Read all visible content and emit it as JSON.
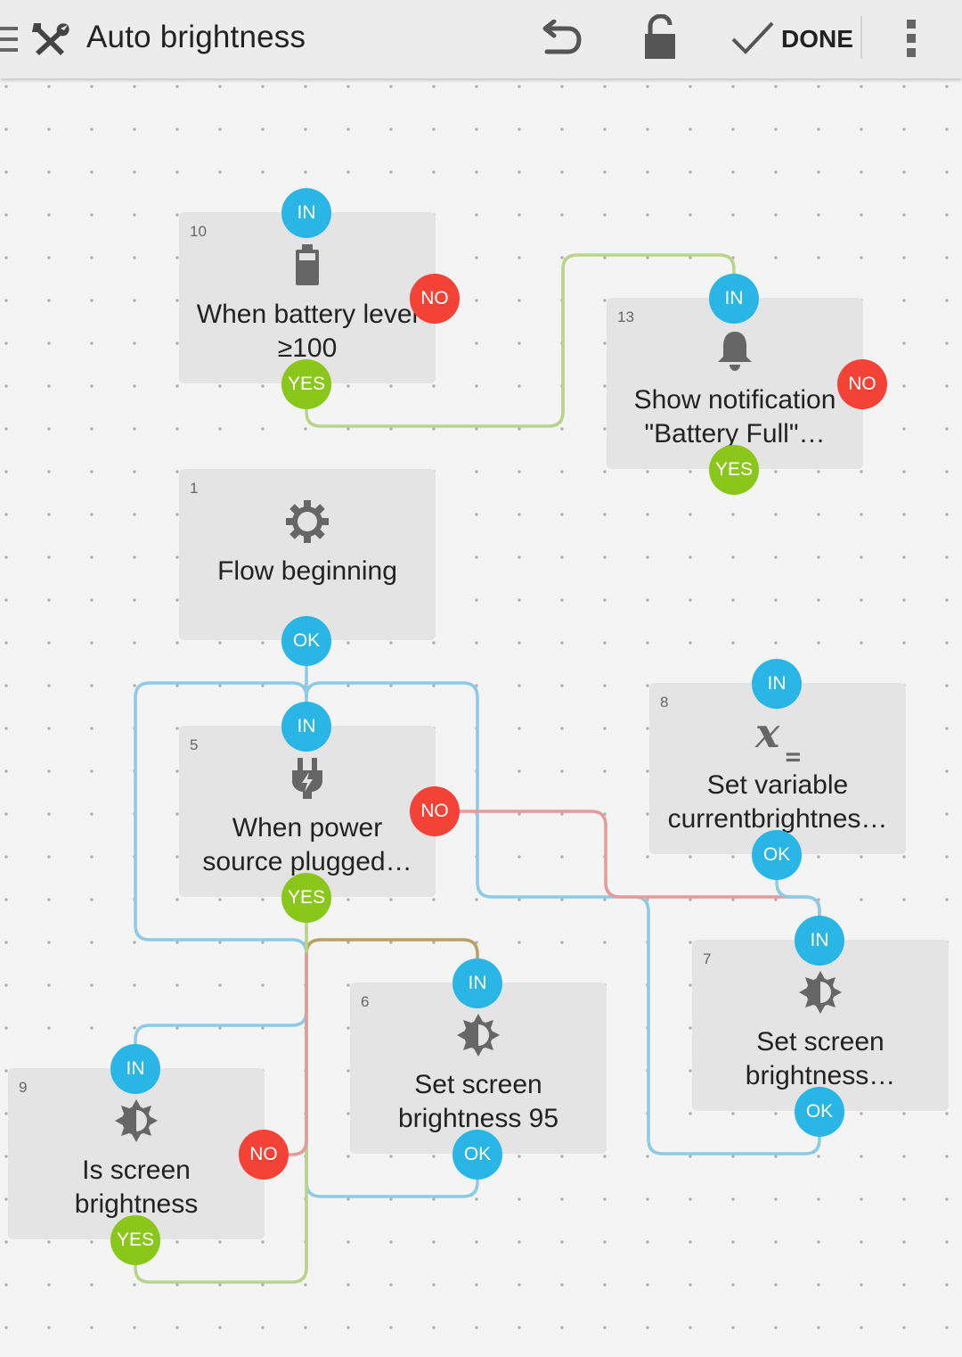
{
  "toolbar": {
    "title": "Auto brightness",
    "done_label": "DONE",
    "icons": [
      "menu-icon",
      "tools-icon",
      "undo-icon",
      "lock-icon",
      "check-icon",
      "more-vert-icon"
    ]
  },
  "blocks": [
    {
      "id": "10",
      "icon": "battery-icon",
      "line1": "When battery level",
      "line2": "≥100"
    },
    {
      "id": "13",
      "icon": "bell-icon",
      "line1": "Show notification",
      "line2": "\"Battery Full\"…"
    },
    {
      "id": "1",
      "icon": "gear-icon",
      "line1": "Flow beginning",
      "line2": ""
    },
    {
      "id": "5",
      "icon": "power-plug-icon",
      "line1": "When power",
      "line2": "source plugged…"
    },
    {
      "id": "8",
      "icon": "variable-icon",
      "line1": "Set variable",
      "line2": "currentbrightnes…"
    },
    {
      "id": "7",
      "icon": "brightness-icon",
      "line1": "Set screen",
      "line2": "brightness…"
    },
    {
      "id": "6",
      "icon": "brightness-icon",
      "line1": "Set screen",
      "line2": "brightness 95"
    },
    {
      "id": "9",
      "icon": "brightness-icon",
      "line1": "Is screen",
      "line2": "brightness"
    }
  ],
  "ports": {
    "in": "IN",
    "ok": "OK",
    "no": "NO",
    "yes": "YES"
  },
  "colors": {
    "port_in_ok": "#29b6e6",
    "port_no": "#f44336",
    "port_yes": "#8bc61a",
    "wire_blue": "#8ccbe3",
    "wire_green": "#b7d48a",
    "wire_red": "#e39a9a",
    "wire_brown": "#b8a062"
  }
}
